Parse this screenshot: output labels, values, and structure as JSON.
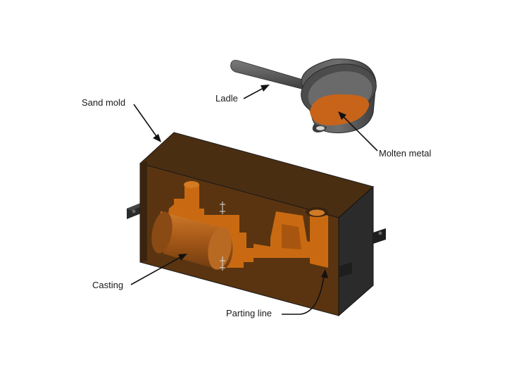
{
  "labels": {
    "sand_mold": "Sand mold",
    "ladle": "Ladle",
    "molten_metal": "Molten metal",
    "casting": "Casting",
    "parting_line": "Parting line"
  },
  "colors": {
    "background": "#ffffff",
    "mold_front": "#5a3410",
    "mold_top": "#4a2e12",
    "mold_side": "#2b2b2b",
    "cavity": "#c96a12",
    "casting": "#b0601a",
    "ladle": "#5e5e5e",
    "molten_metal": "#c8641a"
  }
}
